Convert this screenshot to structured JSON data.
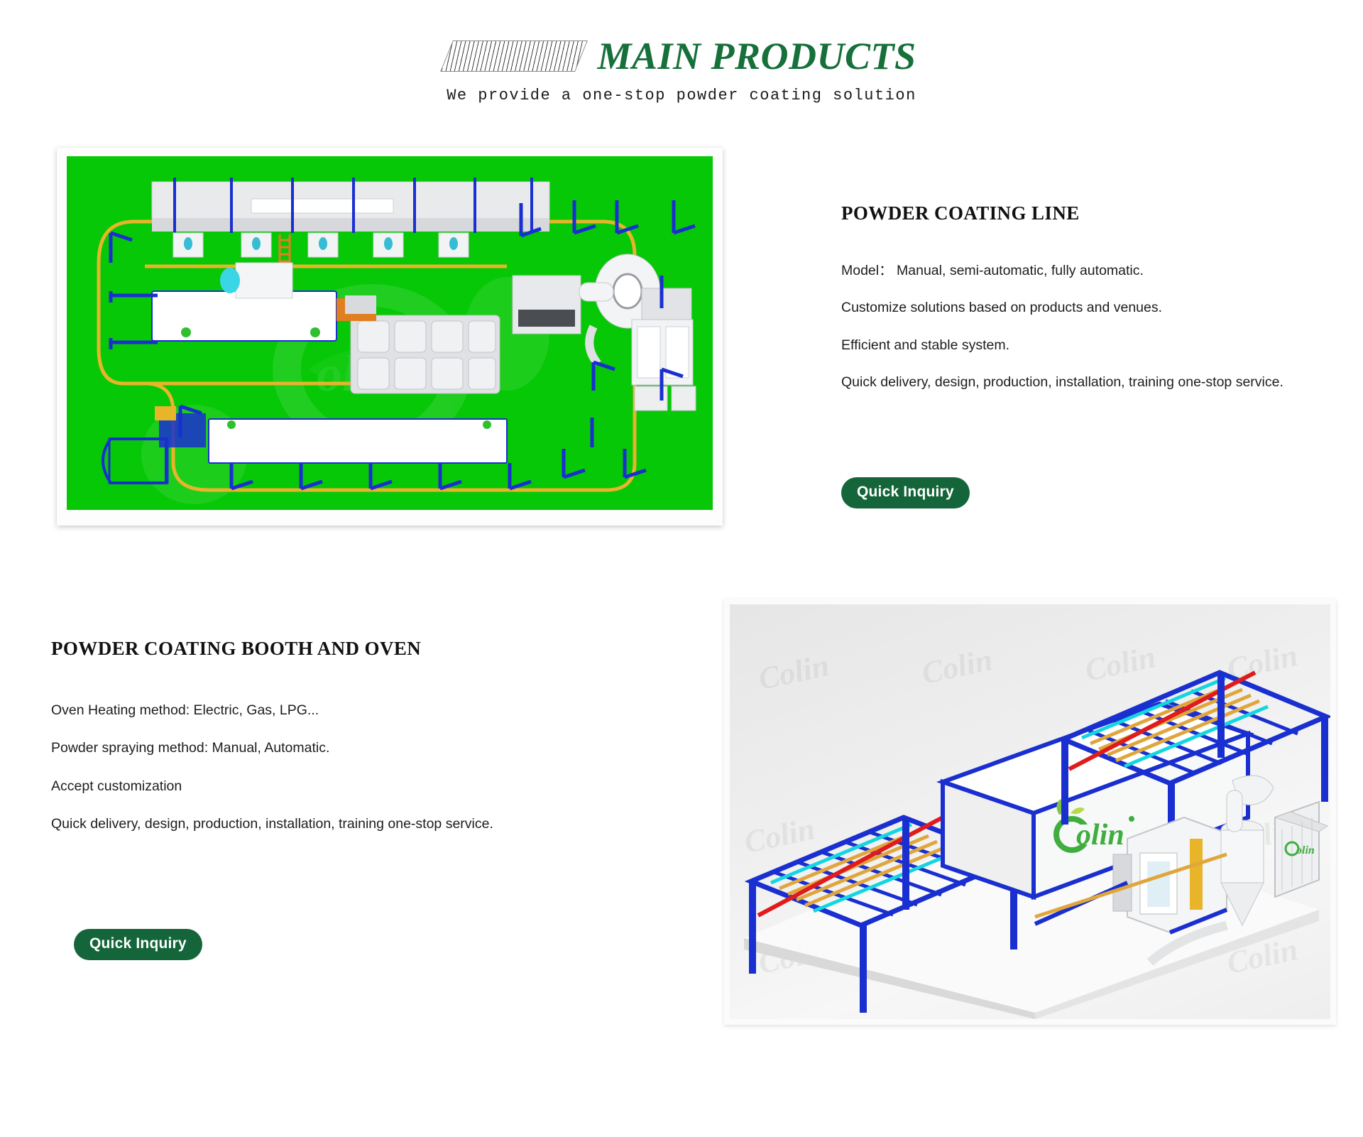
{
  "header": {
    "title": "MAIN PRODUCTS",
    "subtitle": "We provide a one-stop powder coating solution",
    "hatch_icon": "diagonal-hatch-ornament",
    "title_color": "#16703a"
  },
  "sections": [
    {
      "id": "powder-coating-line",
      "title": "POWDER COATING LINE",
      "bullets": [
        "Model： Manual, semi-automatic, fully automatic.",
        "Customize solutions based on products and venues.",
        "Efficient and stable system.",
        "Quick delivery, design, production, installation, training one-stop service."
      ],
      "cta_label": "Quick Inquiry",
      "image": {
        "alt": "powder-coating-line-layout-diagram",
        "background_color": "#06c806",
        "conveyor_color": "#e8b42a",
        "frame_color": "#1a2fd0",
        "watermark": "Colin"
      }
    },
    {
      "id": "powder-coating-booth-and-oven",
      "title": "POWDER COATING BOOTH AND OVEN",
      "bullets": [
        "Oven Heating method: Electric, Gas, LPG...",
        "Powder spraying method: Manual, Automatic.",
        "Accept customization",
        "Quick delivery, design, production, installation, training one-stop service."
      ],
      "cta_label": "Quick Inquiry",
      "image": {
        "alt": "powder-coating-booth-and-oven-3d-render",
        "background_color": "#ededed",
        "frame_color": "#1a2fd0",
        "rail_color": "#e0a63c",
        "accent_red": "#e01b1b",
        "accent_cyan": "#13d6e0",
        "brand_logo_text": "Colin",
        "brand_logo_color": "#3fae3f",
        "watermark": "Colin"
      }
    }
  ],
  "theme": {
    "cta_bg": "#14653a",
    "cta_text": "#ffffff",
    "body_text": "#1d1d1d",
    "page_bg": "#ffffff"
  }
}
